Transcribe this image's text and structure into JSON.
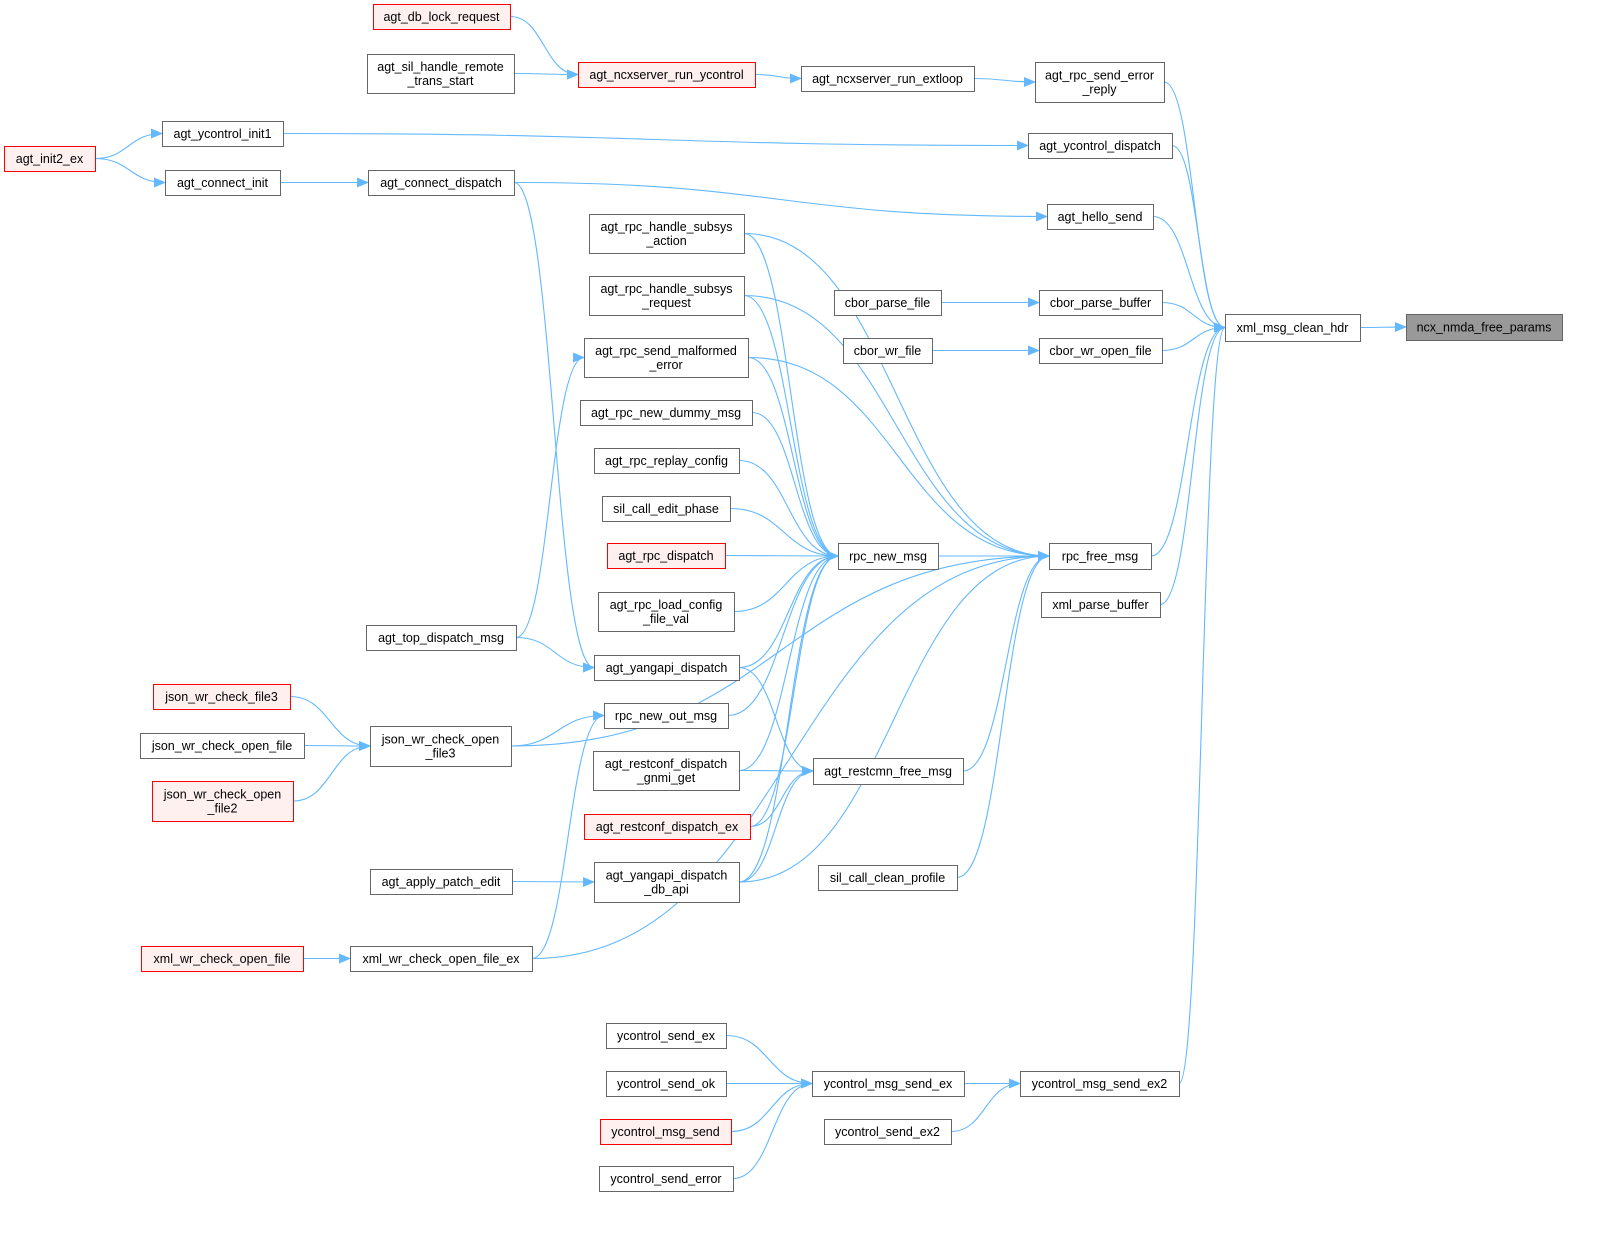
{
  "colors": {
    "edge": "#63b8ff",
    "node_border": "#666666",
    "node_fill": "#ffffff",
    "red_border": "#ff0000",
    "red_fill": "#fff0f0",
    "focus_fill": "#999999",
    "focus_border": "#666666"
  },
  "nodes": [
    {
      "id": "agt_db_lock_request",
      "lines": [
        "agt_db_lock_request"
      ],
      "style": "red"
    },
    {
      "id": "agt_sil_handle_remote_trans_start",
      "lines": [
        "agt_sil_handle_remote",
        "_trans_start"
      ],
      "style": "normal"
    },
    {
      "id": "agt_ncxserver_run_ycontrol",
      "lines": [
        "agt_ncxserver_run_ycontrol"
      ],
      "style": "red"
    },
    {
      "id": "agt_ncxserver_run_extloop",
      "lines": [
        "agt_ncxserver_run_extloop"
      ],
      "style": "normal"
    },
    {
      "id": "agt_rpc_send_error_reply",
      "lines": [
        "agt_rpc_send_error",
        "_reply"
      ],
      "style": "normal"
    },
    {
      "id": "agt_ycontrol_init1",
      "lines": [
        "agt_ycontrol_init1"
      ],
      "style": "normal"
    },
    {
      "id": "agt_init2_ex",
      "lines": [
        "agt_init2_ex"
      ],
      "style": "red"
    },
    {
      "id": "agt_connect_init",
      "lines": [
        "agt_connect_init"
      ],
      "style": "normal"
    },
    {
      "id": "agt_connect_dispatch",
      "lines": [
        "agt_connect_dispatch"
      ],
      "style": "normal"
    },
    {
      "id": "agt_ycontrol_dispatch",
      "lines": [
        "agt_ycontrol_dispatch"
      ],
      "style": "normal"
    },
    {
      "id": "agt_hello_send",
      "lines": [
        "agt_hello_send"
      ],
      "style": "normal"
    },
    {
      "id": "agt_rpc_handle_subsys_action",
      "lines": [
        "agt_rpc_handle_subsys",
        "_action"
      ],
      "style": "normal"
    },
    {
      "id": "agt_rpc_handle_subsys_request",
      "lines": [
        "agt_rpc_handle_subsys",
        "_request"
      ],
      "style": "normal"
    },
    {
      "id": "cbor_parse_file",
      "lines": [
        "cbor_parse_file"
      ],
      "style": "normal"
    },
    {
      "id": "cbor_parse_buffer",
      "lines": [
        "cbor_parse_buffer"
      ],
      "style": "normal"
    },
    {
      "id": "xml_msg_clean_hdr",
      "lines": [
        "xml_msg_clean_hdr"
      ],
      "style": "normal"
    },
    {
      "id": "ncx_nmda_free_params",
      "lines": [
        "ncx_nmda_free_params"
      ],
      "style": "focus"
    },
    {
      "id": "cbor_wr_file",
      "lines": [
        "cbor_wr_file"
      ],
      "style": "normal"
    },
    {
      "id": "cbor_wr_open_file",
      "lines": [
        "cbor_wr_open_file"
      ],
      "style": "normal"
    },
    {
      "id": "agt_rpc_send_malformed_error",
      "lines": [
        "agt_rpc_send_malformed",
        "_error"
      ],
      "style": "normal"
    },
    {
      "id": "agt_rpc_new_dummy_msg",
      "lines": [
        "agt_rpc_new_dummy_msg"
      ],
      "style": "normal"
    },
    {
      "id": "agt_rpc_replay_config",
      "lines": [
        "agt_rpc_replay_config"
      ],
      "style": "normal"
    },
    {
      "id": "sil_call_edit_phase",
      "lines": [
        "sil_call_edit_phase"
      ],
      "style": "normal"
    },
    {
      "id": "agt_rpc_dispatch",
      "lines": [
        "agt_rpc_dispatch"
      ],
      "style": "red"
    },
    {
      "id": "rpc_new_msg",
      "lines": [
        "rpc_new_msg"
      ],
      "style": "normal"
    },
    {
      "id": "rpc_free_msg",
      "lines": [
        "rpc_free_msg"
      ],
      "style": "normal"
    },
    {
      "id": "xml_parse_buffer",
      "lines": [
        "xml_parse_buffer"
      ],
      "style": "normal"
    },
    {
      "id": "agt_rpc_load_config_file_val",
      "lines": [
        "agt_rpc_load_config",
        "_file_val"
      ],
      "style": "normal"
    },
    {
      "id": "agt_top_dispatch_msg",
      "lines": [
        "agt_top_dispatch_msg"
      ],
      "style": "normal"
    },
    {
      "id": "agt_yangapi_dispatch",
      "lines": [
        "agt_yangapi_dispatch"
      ],
      "style": "normal"
    },
    {
      "id": "json_wr_check_file3",
      "lines": [
        "json_wr_check_file3"
      ],
      "style": "red"
    },
    {
      "id": "rpc_new_out_msg",
      "lines": [
        "rpc_new_out_msg"
      ],
      "style": "normal"
    },
    {
      "id": "json_wr_check_open_file3",
      "lines": [
        "json_wr_check_open",
        "_file3"
      ],
      "style": "normal"
    },
    {
      "id": "json_wr_check_open_file",
      "lines": [
        "json_wr_check_open_file"
      ],
      "style": "normal"
    },
    {
      "id": "agt_restconf_dispatch_gnmi_get",
      "lines": [
        "agt_restconf_dispatch",
        "_gnmi_get"
      ],
      "style": "normal"
    },
    {
      "id": "agt_restcmn_free_msg",
      "lines": [
        "agt_restcmn_free_msg"
      ],
      "style": "normal"
    },
    {
      "id": "json_wr_check_open_file2",
      "lines": [
        "json_wr_check_open",
        "_file2"
      ],
      "style": "red"
    },
    {
      "id": "agt_restconf_dispatch_ex",
      "lines": [
        "agt_restconf_dispatch_ex"
      ],
      "style": "red"
    },
    {
      "id": "sil_call_clean_profile",
      "lines": [
        "sil_call_clean_profile"
      ],
      "style": "normal"
    },
    {
      "id": "agt_apply_patch_edit",
      "lines": [
        "agt_apply_patch_edit"
      ],
      "style": "normal"
    },
    {
      "id": "agt_yangapi_dispatch_db_api",
      "lines": [
        "agt_yangapi_dispatch",
        "_db_api"
      ],
      "style": "normal"
    },
    {
      "id": "xml_wr_check_open_file",
      "lines": [
        "xml_wr_check_open_file"
      ],
      "style": "red"
    },
    {
      "id": "xml_wr_check_open_file_ex",
      "lines": [
        "xml_wr_check_open_file_ex"
      ],
      "style": "normal"
    },
    {
      "id": "ycontrol_send_ex",
      "lines": [
        "ycontrol_send_ex"
      ],
      "style": "normal"
    },
    {
      "id": "ycontrol_send_ok",
      "lines": [
        "ycontrol_send_ok"
      ],
      "style": "normal"
    },
    {
      "id": "ycontrol_msg_send_ex",
      "lines": [
        "ycontrol_msg_send_ex"
      ],
      "style": "normal"
    },
    {
      "id": "ycontrol_msg_send_ex2",
      "lines": [
        "ycontrol_msg_send_ex2"
      ],
      "style": "normal"
    },
    {
      "id": "ycontrol_msg_send",
      "lines": [
        "ycontrol_msg_send"
      ],
      "style": "red"
    },
    {
      "id": "ycontrol_send_ex2",
      "lines": [
        "ycontrol_send_ex2"
      ],
      "style": "normal"
    },
    {
      "id": "ycontrol_send_error",
      "lines": [
        "ycontrol_send_error"
      ],
      "style": "normal"
    }
  ],
  "edges": [
    [
      "agt_db_lock_request",
      "agt_ncxserver_run_ycontrol"
    ],
    [
      "agt_sil_handle_remote_trans_start",
      "agt_ncxserver_run_ycontrol"
    ],
    [
      "agt_ncxserver_run_ycontrol",
      "agt_ncxserver_run_extloop"
    ],
    [
      "agt_ncxserver_run_extloop",
      "agt_rpc_send_error_reply"
    ],
    [
      "agt_rpc_send_error_reply",
      "xml_msg_clean_hdr"
    ],
    [
      "agt_init2_ex",
      "agt_ycontrol_init1"
    ],
    [
      "agt_init2_ex",
      "agt_connect_init"
    ],
    [
      "agt_ycontrol_init1",
      "agt_ycontrol_dispatch"
    ],
    [
      "agt_connect_init",
      "agt_connect_dispatch"
    ],
    [
      "agt_connect_dispatch",
      "agt_hello_send"
    ],
    [
      "agt_connect_dispatch",
      "agt_yangapi_dispatch"
    ],
    [
      "agt_ycontrol_dispatch",
      "xml_msg_clean_hdr"
    ],
    [
      "agt_hello_send",
      "xml_msg_clean_hdr"
    ],
    [
      "cbor_parse_file",
      "cbor_parse_buffer"
    ],
    [
      "cbor_parse_buffer",
      "xml_msg_clean_hdr"
    ],
    [
      "cbor_wr_file",
      "cbor_wr_open_file"
    ],
    [
      "cbor_wr_open_file",
      "xml_msg_clean_hdr"
    ],
    [
      "xml_msg_clean_hdr",
      "ncx_nmda_free_params"
    ],
    [
      "rpc_free_msg",
      "xml_msg_clean_hdr"
    ],
    [
      "xml_parse_buffer",
      "xml_msg_clean_hdr"
    ],
    [
      "ycontrol_msg_send_ex2",
      "xml_msg_clean_hdr"
    ],
    [
      "rpc_new_msg",
      "rpc_free_msg"
    ],
    [
      "agt_rpc_handle_subsys_action",
      "rpc_new_msg"
    ],
    [
      "agt_rpc_handle_subsys_action",
      "rpc_free_msg"
    ],
    [
      "agt_rpc_handle_subsys_request",
      "rpc_new_msg"
    ],
    [
      "agt_rpc_handle_subsys_request",
      "rpc_free_msg"
    ],
    [
      "agt_rpc_send_malformed_error",
      "rpc_new_msg"
    ],
    [
      "agt_rpc_send_malformed_error",
      "rpc_free_msg"
    ],
    [
      "agt_rpc_new_dummy_msg",
      "rpc_new_msg"
    ],
    [
      "agt_rpc_replay_config",
      "rpc_new_msg"
    ],
    [
      "sil_call_edit_phase",
      "rpc_new_msg"
    ],
    [
      "agt_rpc_dispatch",
      "rpc_new_msg"
    ],
    [
      "agt_rpc_load_config_file_val",
      "rpc_new_msg"
    ],
    [
      "agt_yangapi_dispatch",
      "rpc_new_msg"
    ],
    [
      "agt_yangapi_dispatch",
      "agt_restcmn_free_msg"
    ],
    [
      "agt_top_dispatch_msg",
      "agt_rpc_send_malformed_error"
    ],
    [
      "agt_top_dispatch_msg",
      "agt_yangapi_dispatch"
    ],
    [
      "json_wr_check_file3",
      "json_wr_check_open_file3"
    ],
    [
      "json_wr_check_open_file",
      "json_wr_check_open_file3"
    ],
    [
      "json_wr_check_open_file2",
      "json_wr_check_open_file3"
    ],
    [
      "json_wr_check_open_file3",
      "rpc_new_out_msg"
    ],
    [
      "json_wr_check_open_file3",
      "rpc_free_msg"
    ],
    [
      "rpc_new_out_msg",
      "rpc_new_msg"
    ],
    [
      "agt_restconf_dispatch_gnmi_get",
      "rpc_new_msg"
    ],
    [
      "agt_restconf_dispatch_gnmi_get",
      "agt_restcmn_free_msg"
    ],
    [
      "agt_restconf_dispatch_ex",
      "rpc_new_msg"
    ],
    [
      "agt_restconf_dispatch_ex",
      "agt_restcmn_free_msg"
    ],
    [
      "agt_yangapi_dispatch_db_api",
      "rpc_new_msg"
    ],
    [
      "agt_yangapi_dispatch_db_api",
      "agt_restcmn_free_msg"
    ],
    [
      "agt_yangapi_dispatch_db_api",
      "rpc_free_msg"
    ],
    [
      "agt_restcmn_free_msg",
      "rpc_free_msg"
    ],
    [
      "sil_call_clean_profile",
      "rpc_free_msg"
    ],
    [
      "agt_apply_patch_edit",
      "agt_yangapi_dispatch_db_api"
    ],
    [
      "xml_wr_check_open_file",
      "xml_wr_check_open_file_ex"
    ],
    [
      "xml_wr_check_open_file_ex",
      "rpc_new_out_msg"
    ],
    [
      "xml_wr_check_open_file_ex",
      "rpc_free_msg"
    ],
    [
      "ycontrol_send_ex",
      "ycontrol_msg_send_ex"
    ],
    [
      "ycontrol_send_ok",
      "ycontrol_msg_send_ex"
    ],
    [
      "ycontrol_msg_send",
      "ycontrol_msg_send_ex"
    ],
    [
      "ycontrol_send_error",
      "ycontrol_msg_send_ex"
    ],
    [
      "ycontrol_msg_send_ex",
      "ycontrol_msg_send_ex2"
    ],
    [
      "ycontrol_send_ex2",
      "ycontrol_msg_send_ex2"
    ]
  ]
}
